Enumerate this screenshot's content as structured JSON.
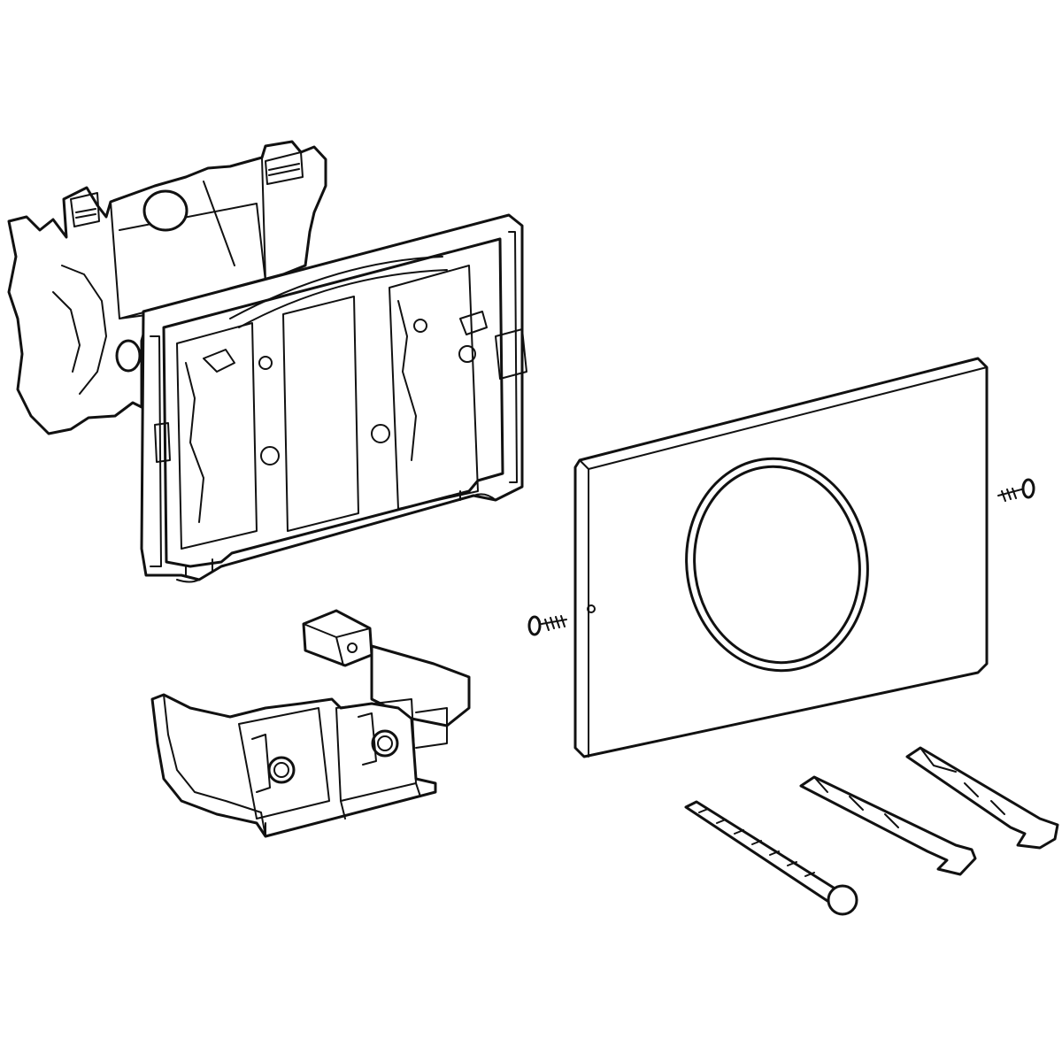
{
  "diagram": {
    "background": "#ffffff",
    "line_color": "#111111",
    "components": [
      "mounting-bracket",
      "mounting-frame",
      "actuator-module",
      "cover-plate",
      "fixing-screw-left",
      "fixing-screw-right",
      "mounting-bolt-front",
      "mounting-bolt-middle",
      "mounting-bolt-back"
    ]
  }
}
